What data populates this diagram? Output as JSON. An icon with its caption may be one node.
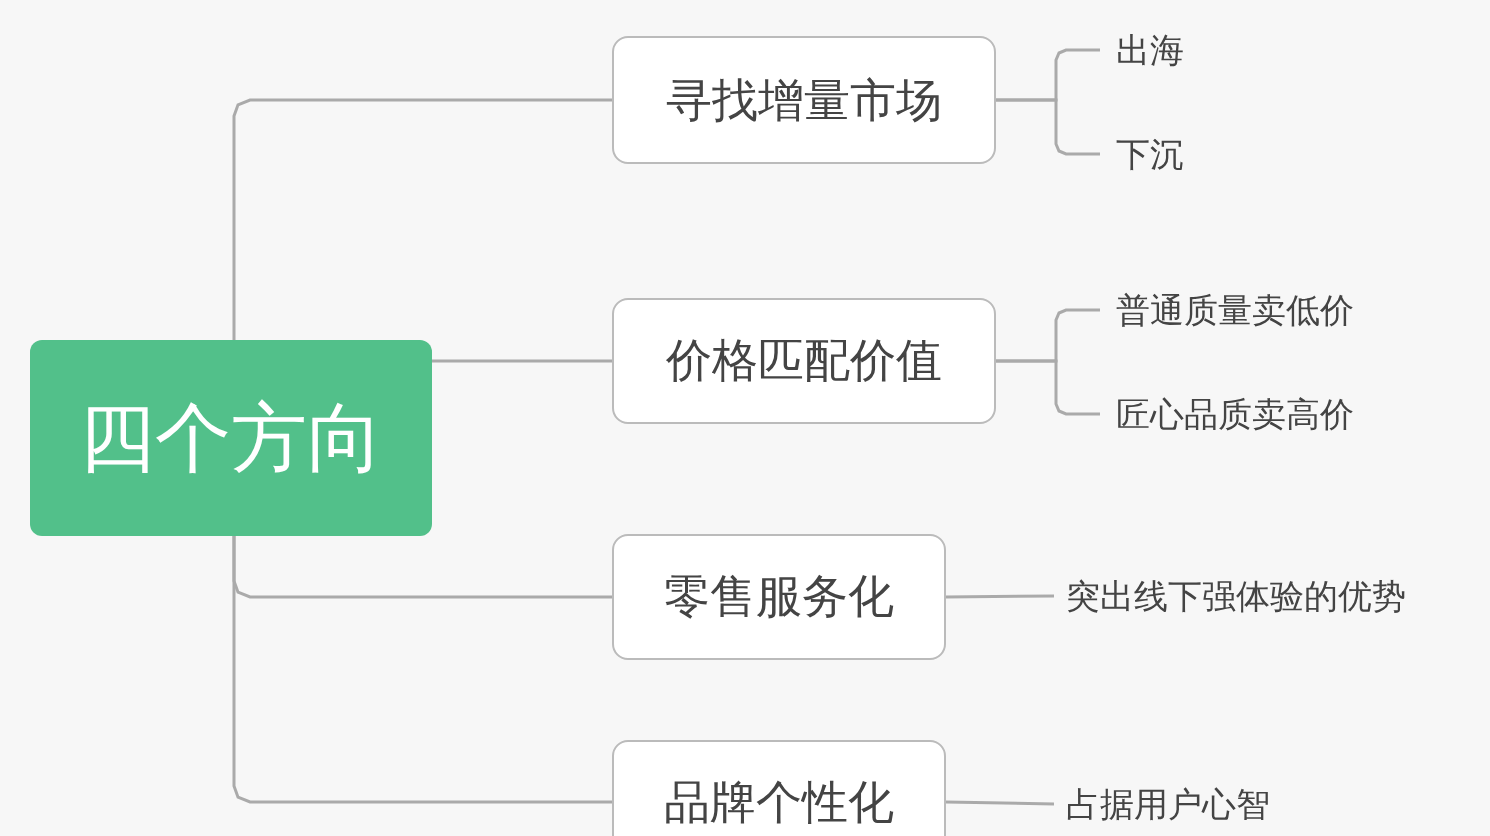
{
  "diagram": {
    "nodes": [
      {
        "text": [
          "四个方向"
        ]
      },
      {
        "text": [
          "寻找增量市场"
        ]
      },
      {
        "text": [
          "出海"
        ]
      },
      {
        "text": [
          "下沉"
        ]
      },
      {
        "text": [
          "价格匹配价值"
        ]
      },
      {
        "text": [
          "普通质量卖低价"
        ]
      },
      {
        "text": [
          "匠心品质卖高价"
        ]
      },
      {
        "text": [
          "零售服务化"
        ]
      },
      {
        "text": [
          "突出线下强体验的优势"
        ]
      },
      {
        "text": [
          "品牌个性化"
        ]
      },
      {
        "text": [
          "占据用户心智"
        ]
      }
    ],
    "edges": [
      {
        "from": 0,
        "to": 1,
        "arrow": "none"
      },
      {
        "from": 0,
        "to": 4,
        "arrow": "none"
      },
      {
        "from": 0,
        "to": 7,
        "arrow": "none"
      },
      {
        "from": 0,
        "to": 9,
        "arrow": "none"
      },
      {
        "from": 1,
        "to": 2,
        "arrow": "none"
      },
      {
        "from": 1,
        "to": 3,
        "arrow": "none"
      },
      {
        "from": 4,
        "to": 5,
        "arrow": "none"
      },
      {
        "from": 4,
        "to": 6,
        "arrow": "none"
      },
      {
        "from": 7,
        "to": 8,
        "arrow": "none"
      },
      {
        "from": 9,
        "to": 10,
        "arrow": "none"
      }
    ]
  }
}
